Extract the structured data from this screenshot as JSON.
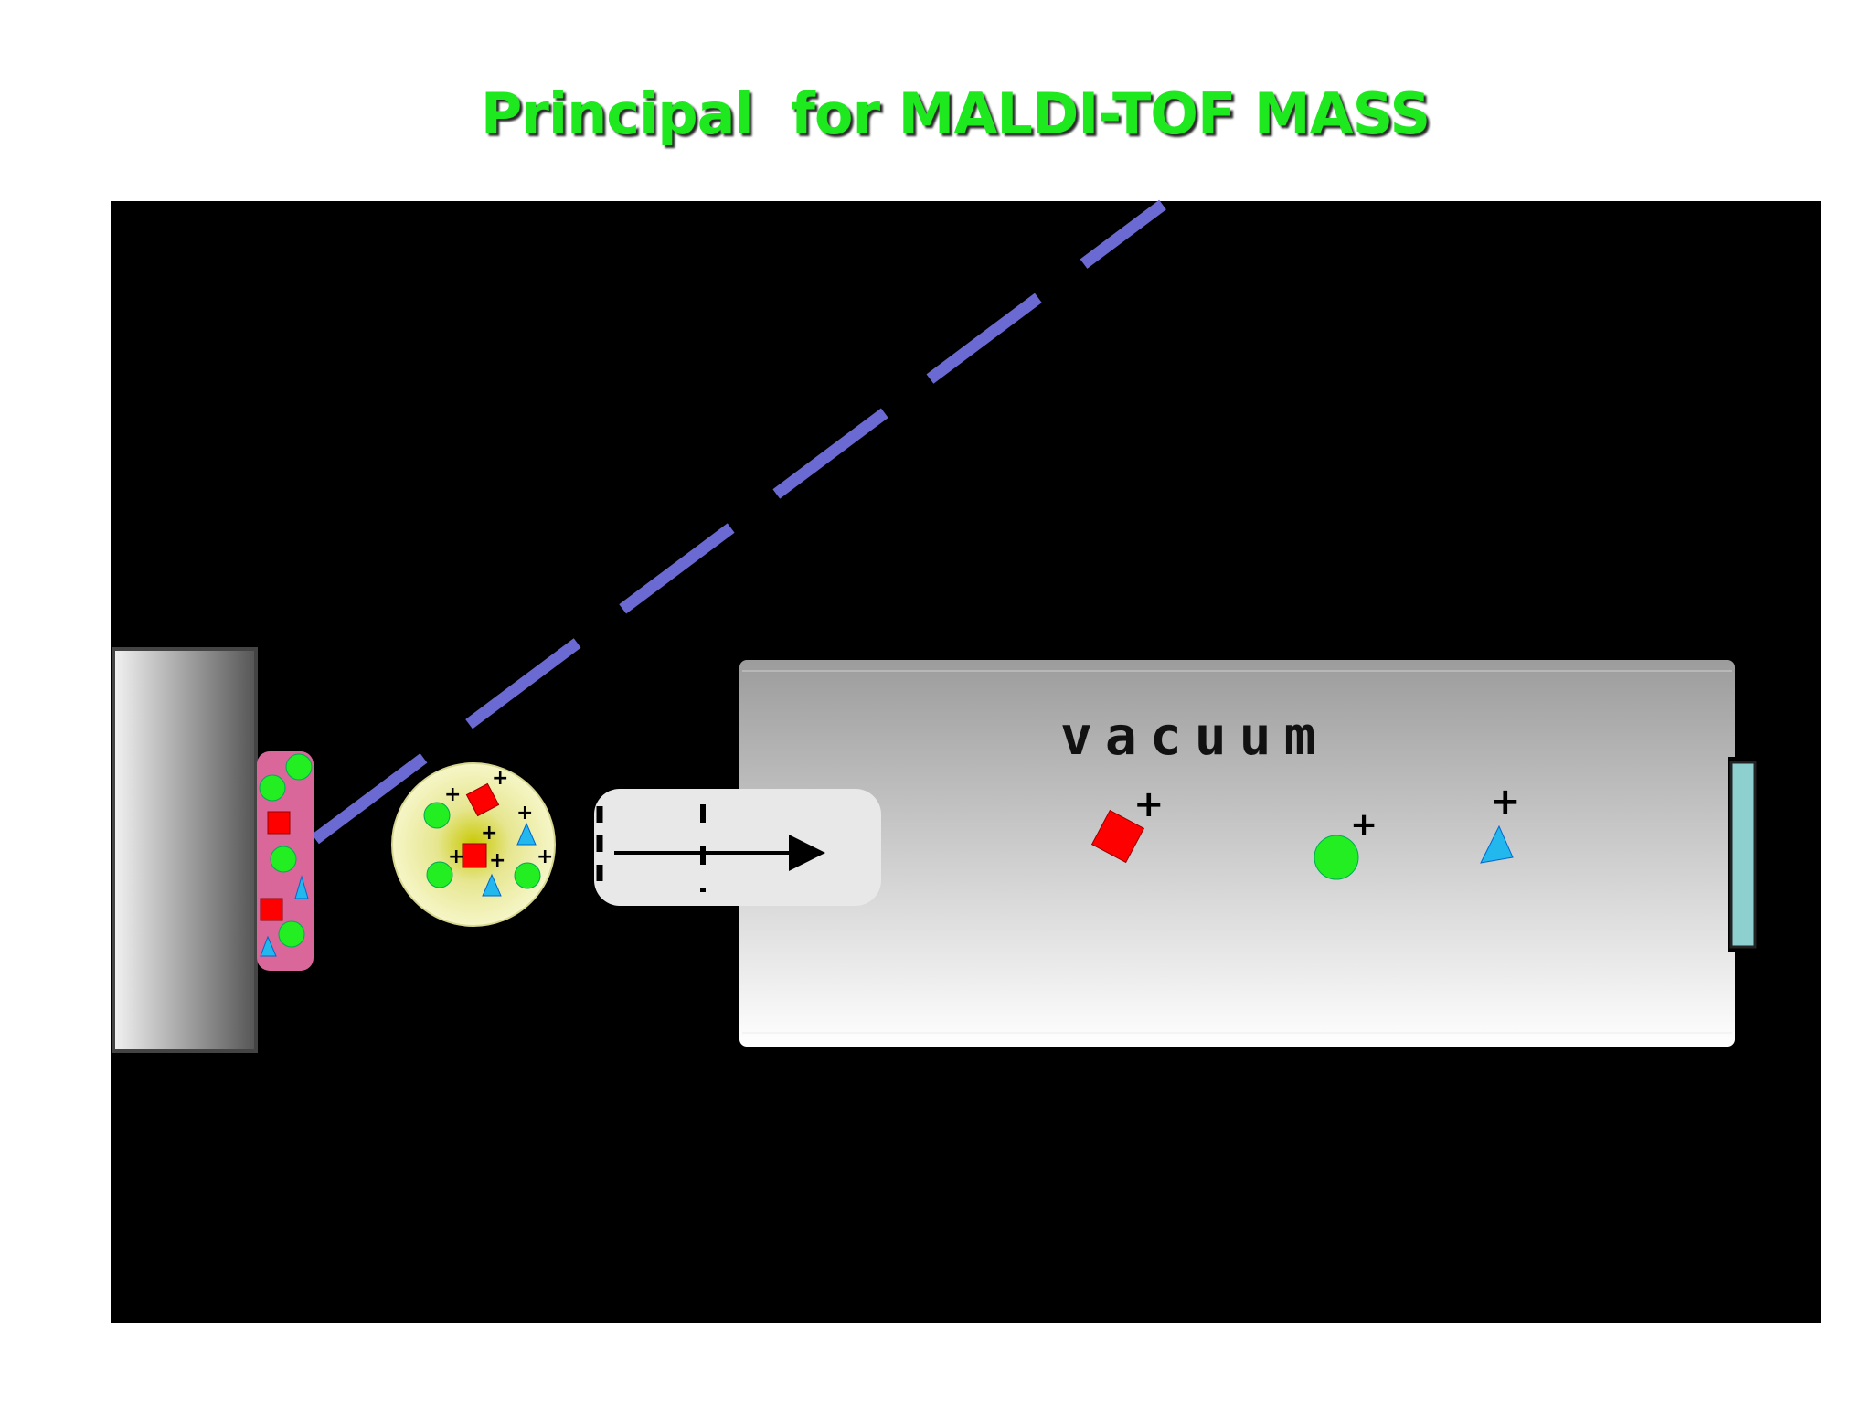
{
  "title": "Principal  for MALDI-TOF MASS",
  "tube_label": "vacuum",
  "charge_symbol": "+",
  "colors": {
    "title": "#1ee81e",
    "background": "#000000",
    "laser": "#6a6ad2",
    "matrix": "#d9679a",
    "analyte_circle": "#22ee22",
    "analyte_square": "#ff0000",
    "analyte_triangle": "#22b8ee",
    "plume": "#f4f4a0",
    "detector": "#8ecfd0"
  },
  "icons": [
    "circle-analyte",
    "square-analyte",
    "triangle-analyte",
    "plus-charge",
    "arrow-right"
  ]
}
